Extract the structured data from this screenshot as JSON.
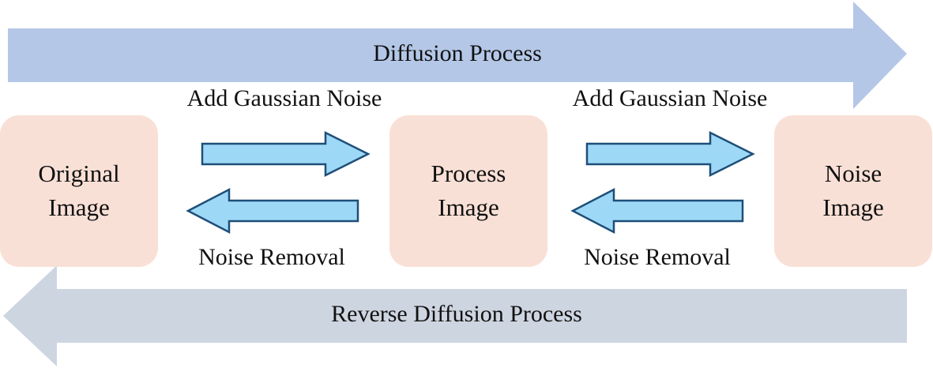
{
  "top_band": {
    "label": "Diffusion Process",
    "color": "#b4c7e7"
  },
  "bottom_band": {
    "label": "Reverse Diffusion Process",
    "color": "#cdd5e1"
  },
  "stages": [
    {
      "line1": "Original",
      "line2": "Image"
    },
    {
      "line1": "Process",
      "line2": "Image"
    },
    {
      "line1": "Noise",
      "line2": "Image"
    }
  ],
  "forward_steps": [
    {
      "label": "Add Gaussian Noise"
    },
    {
      "label": "Add Gaussian Noise"
    }
  ],
  "reverse_steps": [
    {
      "label": "Noise Removal"
    },
    {
      "label": "Noise Removal"
    }
  ],
  "colors": {
    "box_fill": "#f9e0d6",
    "step_arrow_fill": "#9dd9f7",
    "step_arrow_stroke": "#1f4e79"
  }
}
